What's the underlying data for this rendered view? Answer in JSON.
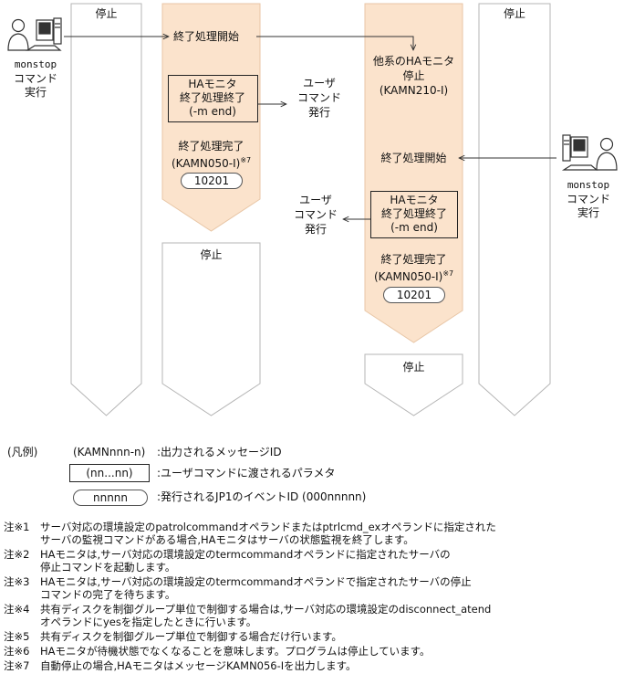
{
  "columns": {
    "c1": {
      "top": "停止"
    },
    "c2": {
      "start": "終了処理開始",
      "ha_box": [
        "HAモニタ",
        "終了処理終了",
        "(-m end)"
      ],
      "done": [
        "終了処理完了",
        "(KAMN050-I)"
      ],
      "note_ref": "※7",
      "event": "10201",
      "bottom": "停止"
    },
    "c3": {
      "other": [
        "他系のHAモニタ",
        "停止",
        "(KAMN210-I)"
      ],
      "start": "終了処理開始",
      "ha_box": [
        "HAモニタ",
        "終了処理終了",
        "(-m end)"
      ],
      "done": [
        "終了処理完了",
        "(KAMN050-I)"
      ],
      "note_ref": "※7",
      "event": "10201",
      "bottom": "停止"
    },
    "c4": {
      "top": "停止"
    }
  },
  "actors": {
    "left": {
      "name": "monstop",
      "cmd": [
        "コマンド",
        "実行"
      ]
    },
    "right": {
      "name": "monstop",
      "cmd": [
        "コマンド",
        "実行"
      ]
    }
  },
  "user_cmd_1": [
    "ユーザ",
    "コマンド",
    "発行"
  ],
  "user_cmd_2": [
    "ユーザ",
    "コマンド",
    "発行"
  ],
  "legend": {
    "title": "(凡例)",
    "items": [
      {
        "sym": "(KAMNnnn-n)",
        "desc": ":出力されるメッセージID"
      },
      {
        "sym": "(nn...nn)",
        "desc": ":ユーザコマンドに渡されるパラメタ"
      },
      {
        "sym": "nnnnn",
        "desc": ":発行されるJP1のイベントID (000nnnnn)"
      }
    ]
  },
  "notes": [
    {
      "label": "注※1",
      "lines": [
        "サーバ対応の環境設定のpatrolcommandオペランドまたはptrlcmd_exオペランドに指定された",
        "サーバの監視コマンドがある場合,HAモニタはサーバの状態監視を終了します。"
      ]
    },
    {
      "label": "注※2",
      "lines": [
        "HAモニタは,サーバ対応の環境設定のtermcommandオペランドに指定されたサーバの",
        "停止コマンドを起動します。"
      ]
    },
    {
      "label": "注※3",
      "lines": [
        "HAモニタは,サーバ対応の環境設定のtermcommandオペランドで指定されたサーバの停止",
        "コマンドの完了を待ちます。"
      ]
    },
    {
      "label": "注※4",
      "lines": [
        "共有ディスクを制御グループ単位で制御する場合は,サーバ対応の環境設定のdisconnect_atend",
        "オペランドにyesを指定したときに行います。"
      ]
    },
    {
      "label": "注※5",
      "lines": [
        "共有ディスクを制御グループ単位で制御する場合だけ行います。"
      ]
    },
    {
      "label": "注※6",
      "lines": [
        "HAモニタが待機状態でなくなることを意味します。プログラムは停止しています。"
      ]
    },
    {
      "label": "注※7",
      "lines": [
        "自動停止の場合,HAモニタはメッセージKAMN056-Iを出力します。"
      ]
    }
  ],
  "colors": {
    "active_fill": "#fbe3cc",
    "lane_stroke": "#b5b5b5",
    "line": "#333333"
  }
}
